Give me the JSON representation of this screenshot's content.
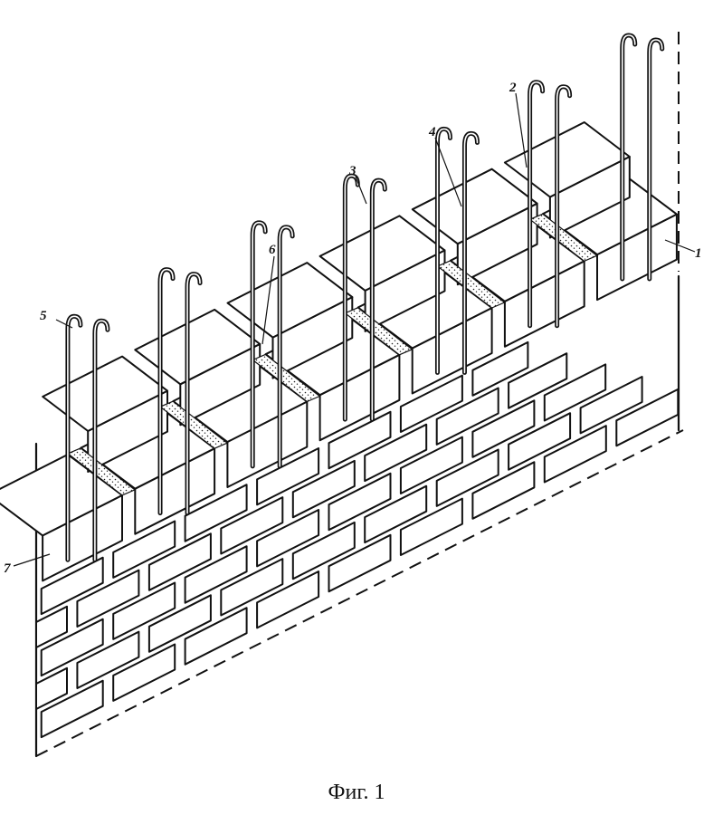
{
  "figure": {
    "caption": "Фиг. 1",
    "callouts": [
      "1",
      "2",
      "3",
      "4",
      "5",
      "6",
      "7"
    ]
  }
}
